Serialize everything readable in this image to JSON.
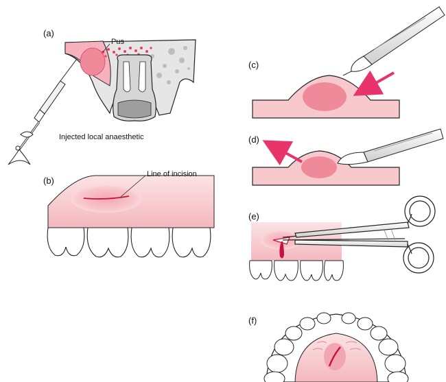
{
  "panels": {
    "a": {
      "label": "(a)",
      "pus_label": "Pus",
      "caption": "Injected local anaesthetic"
    },
    "b": {
      "label": "(b)",
      "incision_label": "Line of incision"
    },
    "c": {
      "label": "(c)"
    },
    "d": {
      "label": "(d)"
    },
    "e": {
      "label": "(e)"
    },
    "f": {
      "label": "(f)"
    }
  },
  "colors": {
    "tissue": "#f7c9cc",
    "tissue_light": "#fbe0e2",
    "abscess": "#ee8a9a",
    "arrow": "#e8336b",
    "blood": "#c4123c",
    "outline": "#222222",
    "tooth": "#ffffff",
    "bone": "#e4e4e4",
    "metal": "#f2f2f2"
  },
  "icons": [
    "syringe-icon",
    "scalpel-icon",
    "forceps-icon",
    "tooth-icon",
    "arrow-icon"
  ]
}
